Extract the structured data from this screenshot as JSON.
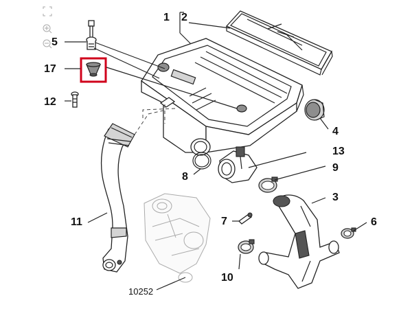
{
  "callouts": {
    "c1": "1",
    "c2": "2",
    "c3": "3",
    "c4": "4",
    "c5": "5",
    "c6": "6",
    "c7": "7",
    "c8": "8",
    "c9": "9",
    "c10": "10",
    "c11": "11",
    "c12": "12",
    "c13": "13",
    "c17": "17",
    "ref": "10252"
  },
  "icons": [
    "zoom-in-icon",
    "zoom-out-icon",
    "fit-view-icon"
  ],
  "highlight_color": "#d0021b"
}
